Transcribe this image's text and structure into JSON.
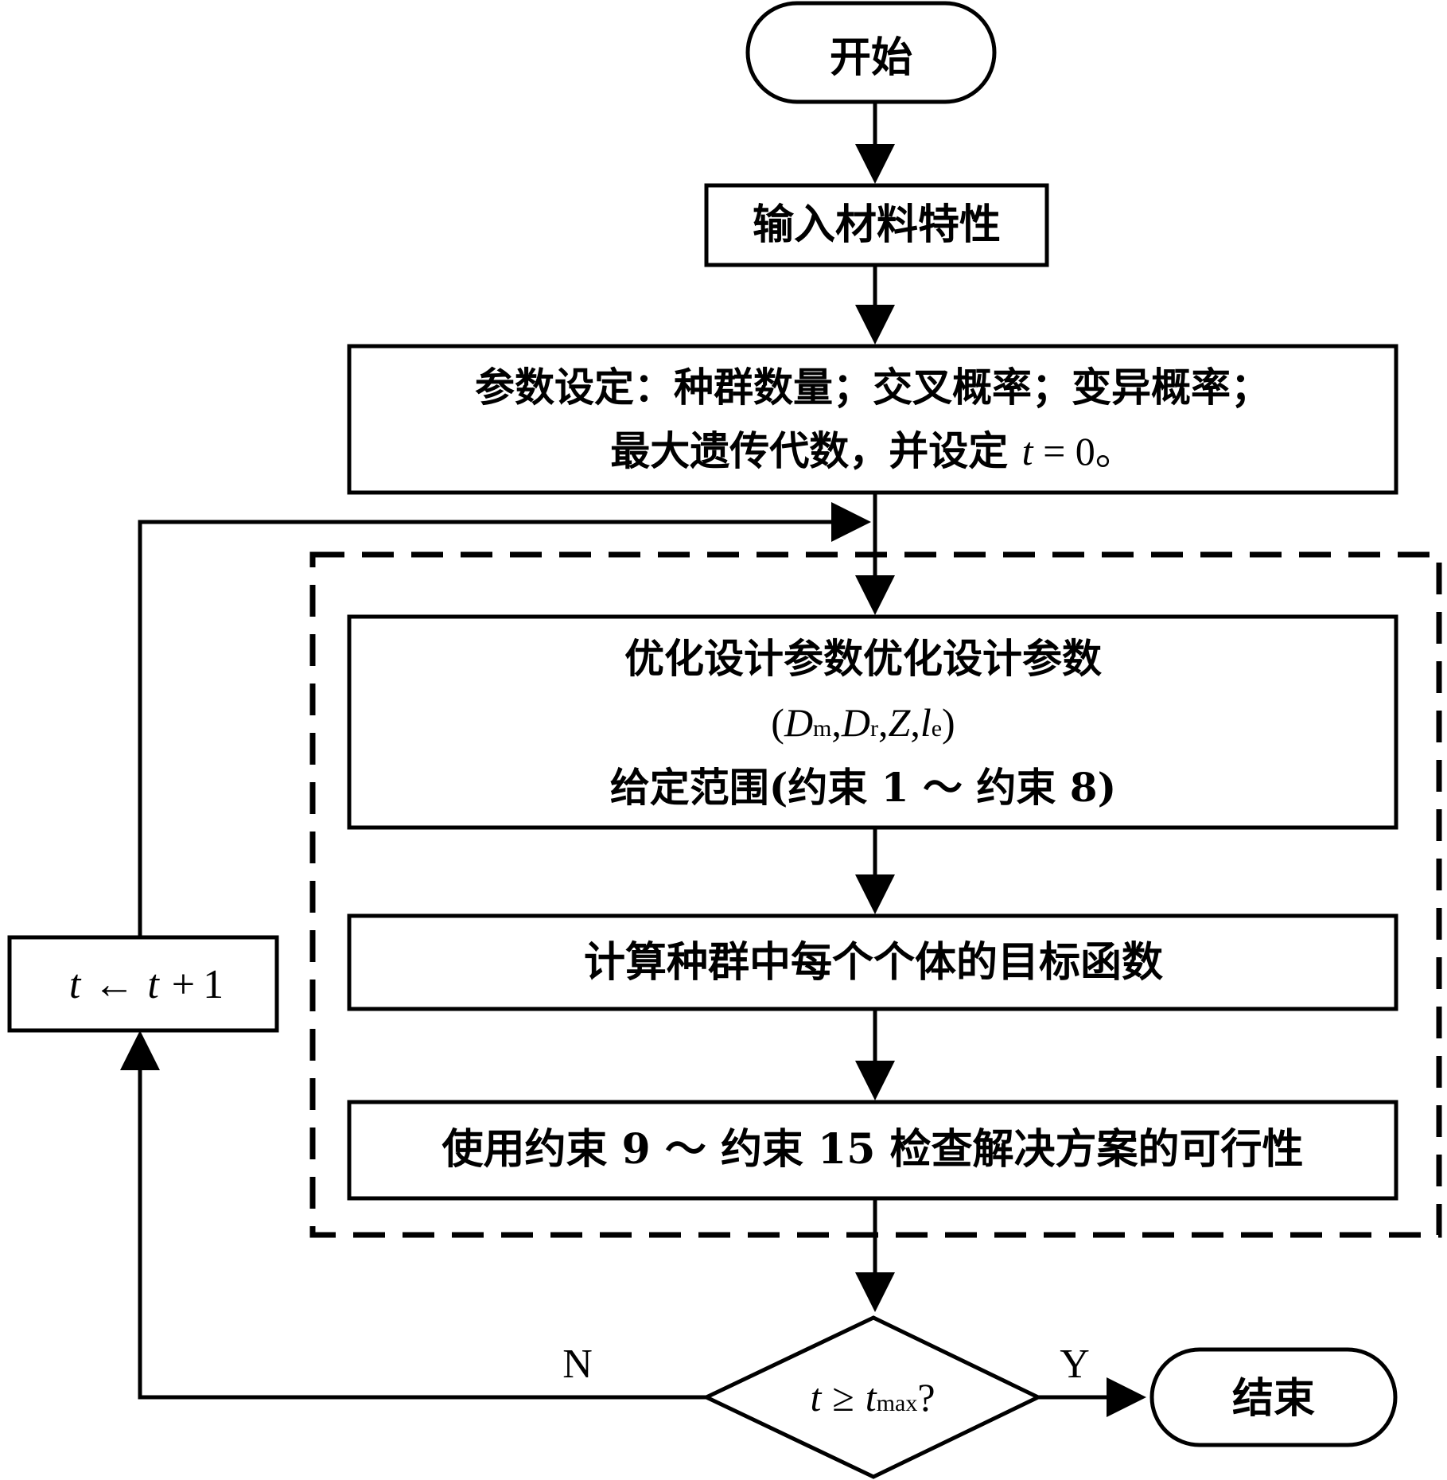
{
  "nodes": {
    "start": "开始",
    "input": "输入材料特性",
    "params": {
      "line1": "参数设定：种群数量；交叉概率；变异概率；",
      "line2_prefix": "最大遗传代数，并设定 ",
      "line2_var": "t",
      "line2_suffix": " = 0。"
    },
    "optimize": {
      "line1": "优化设计参数优化设计参数",
      "paren_open": "(",
      "d1": "D",
      "d1_sub": "m",
      "d2": "D",
      "d2_sub": "r",
      "z": "Z",
      "l": "l",
      "l_sub": "e",
      "comma": ",",
      "paren_close": ")",
      "line3": "给定范围(约束 1 ～ 约束 8)"
    },
    "compute": "计算种群中每个个体的目标函数",
    "check": "使用约束 9 ～ 约束 15 检查解决方案的可行性",
    "decision": {
      "var": "t",
      "op": "≥",
      "rhs": "t",
      "rhs_sub": "max",
      "q": "?"
    },
    "end": "结束",
    "increment": {
      "lhs": "t",
      "arrow": "←",
      "rhs": "t",
      "op": "+",
      "num": "1"
    }
  },
  "edges": {
    "no_label": "N",
    "yes_label": "Y"
  }
}
